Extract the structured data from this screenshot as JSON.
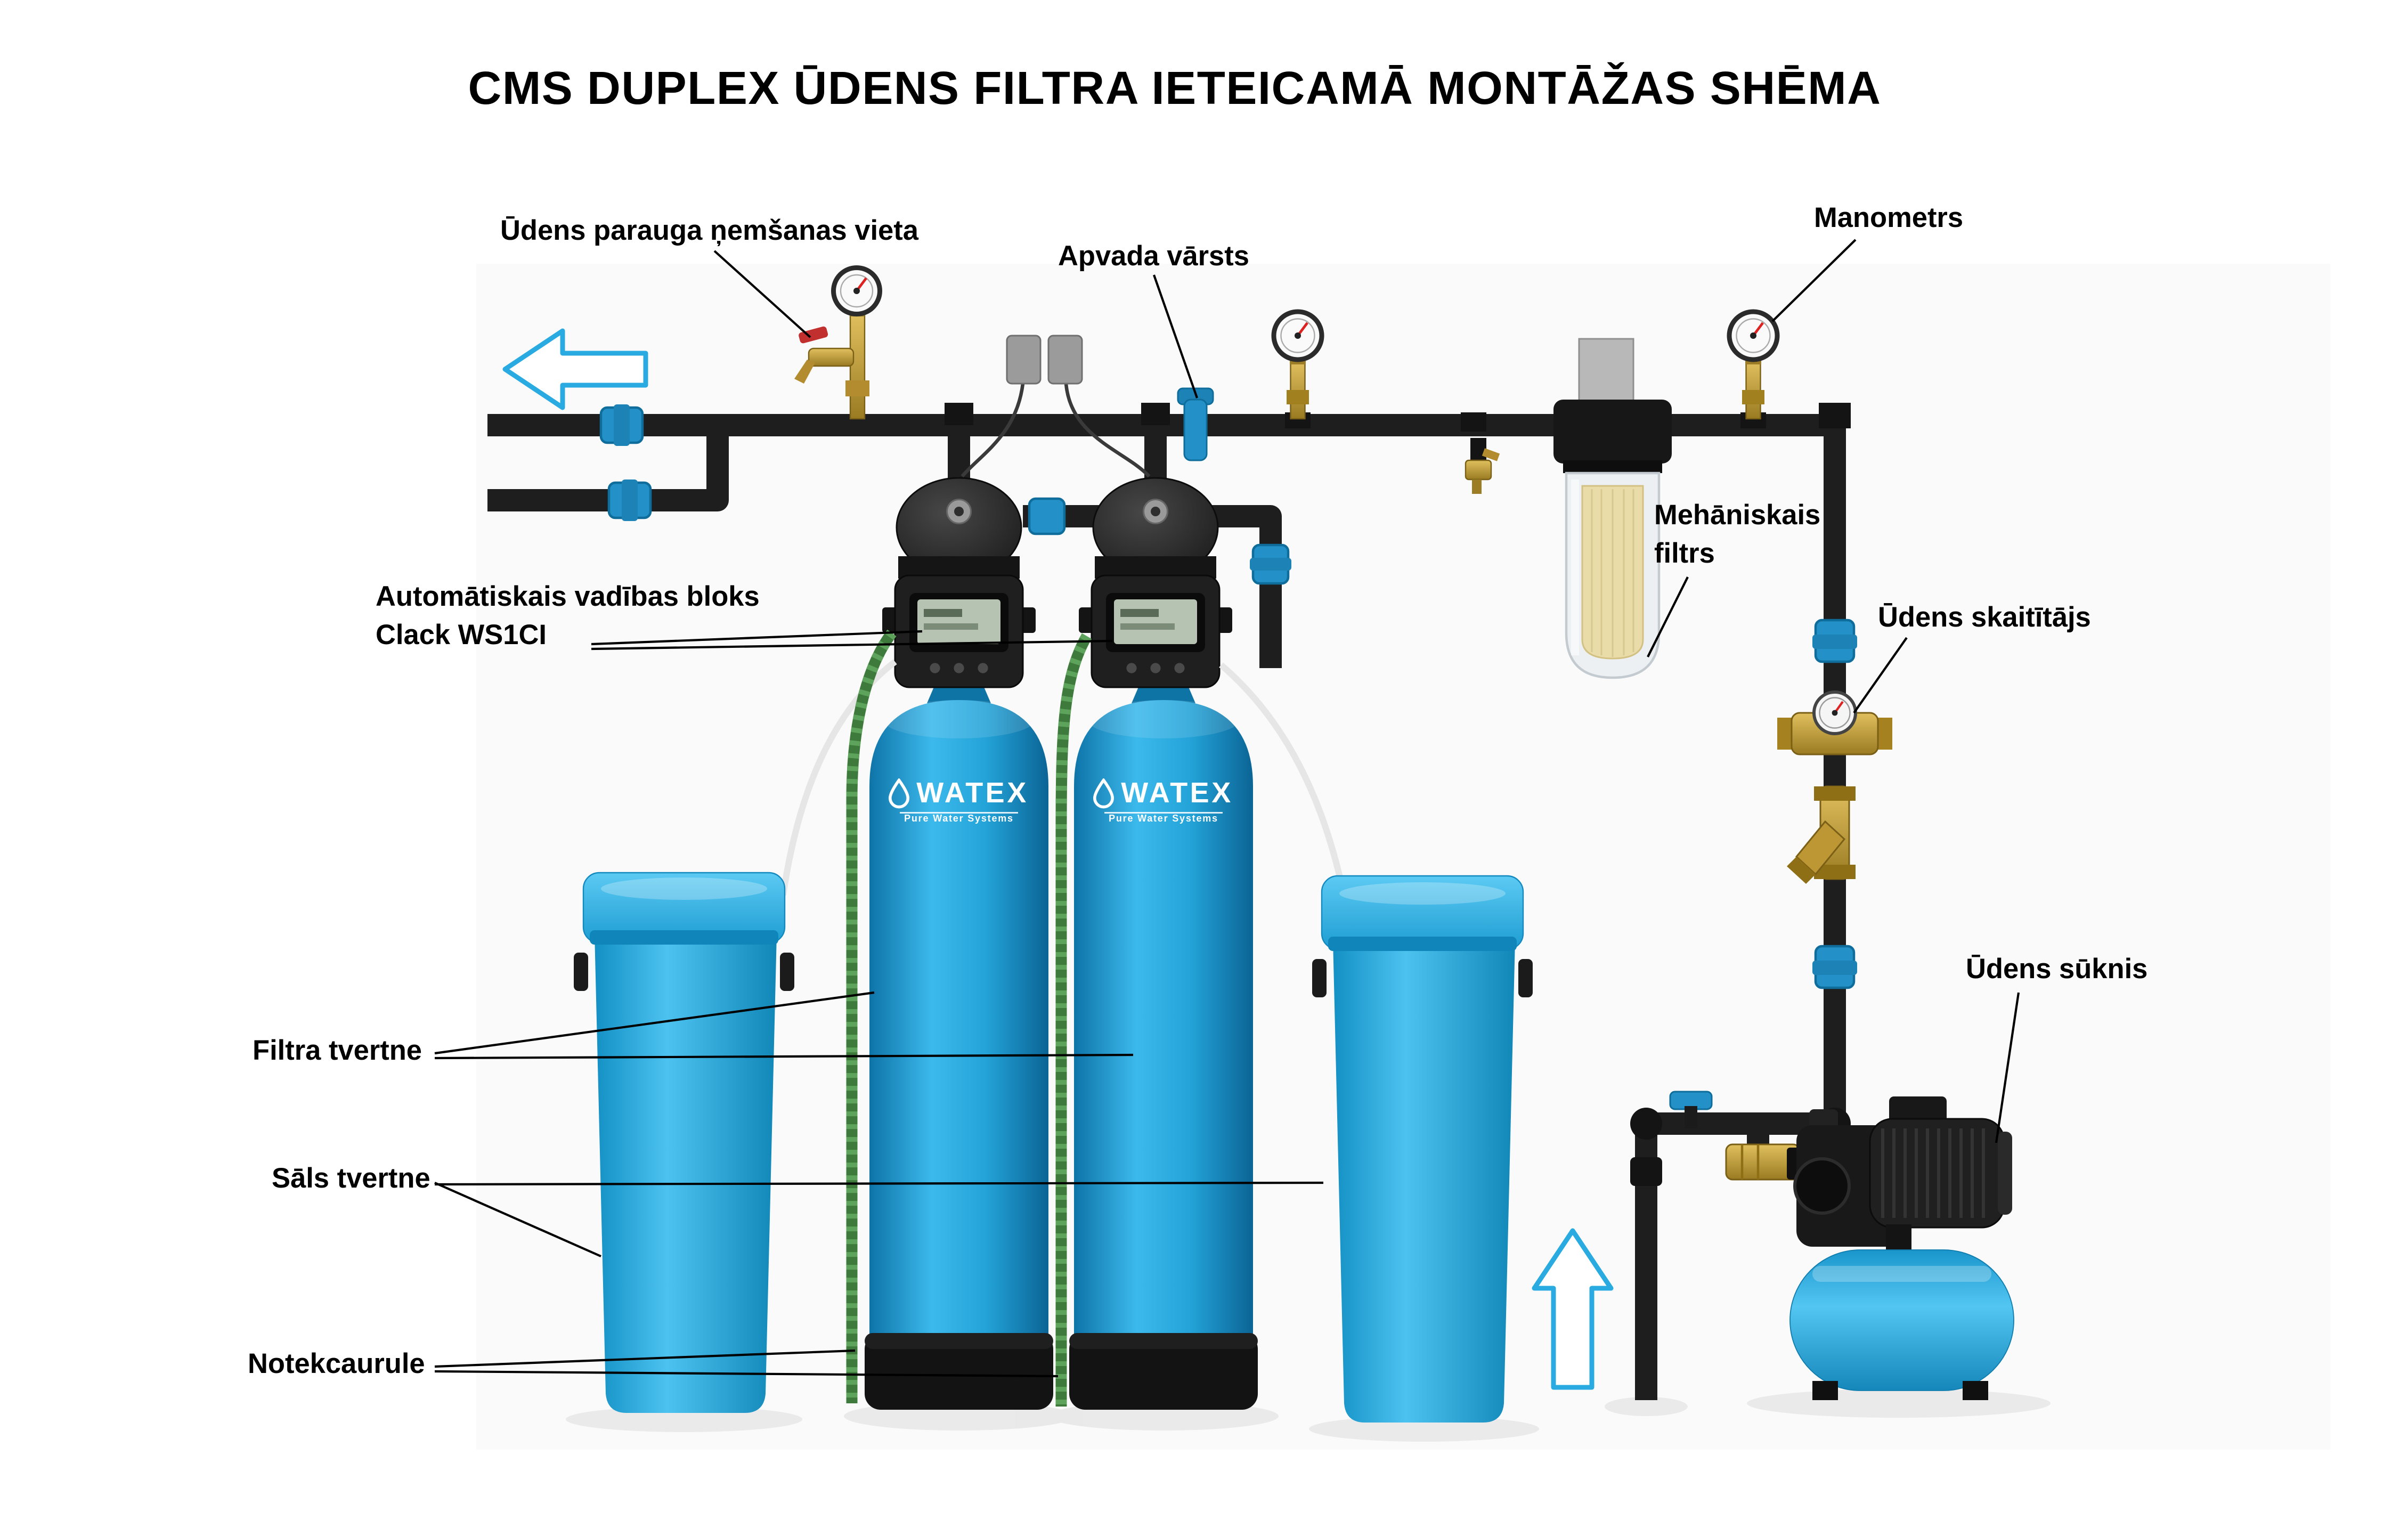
{
  "title": "CMS DUPLEX ŪDENS FILTRA IETEICAMĀ MONTĀŽAS SHĒMA",
  "labels": {
    "sampling_point": "Ūdens parauga ņemšanas vieta",
    "bypass_valve": "Apvada vārsts",
    "manometer": "Manometrs",
    "mechanical_filter_line1": "Mehāniskais",
    "mechanical_filter_line2": "filtrs",
    "water_meter": "Ūdens skaitītājs",
    "control_block_line1": "Automātiskais vadības bloks",
    "control_block_line2": "Clack WS1CI",
    "filter_tank": "Filtra tvertne",
    "salt_tank": "Sāls tvertne",
    "drain_pipe": "Notekcaurule",
    "water_pump": "Ūdens sūknis"
  },
  "brand": {
    "name": "WATEX",
    "tagline": "Pure Water Systems"
  },
  "icons": {
    "flow_arrow_left": "outlined arrow pointing left (flow direction out)",
    "flow_arrow_up": "outlined arrow pointing up (flow direction in)"
  },
  "colors": {
    "tank_blue": "#1b96cc",
    "accent_blue": "#29abe2",
    "pipe_black": "#1e1e1e",
    "brass": "#bd9733",
    "cartridge_beige": "#e9dca9",
    "text": "#000000"
  }
}
